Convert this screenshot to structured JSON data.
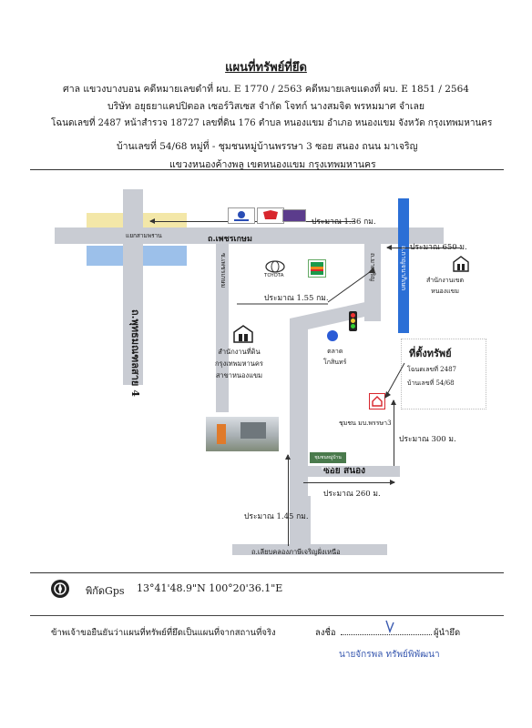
{
  "header": {
    "title": "แผนที่ทรัพย์ที่ยึด",
    "court_line": "ศาล แขวงบางบอน    คดีหมายเลขดำที่ ผบ. E 1770 / 2563    คดีหมายเลขแดงที่ ผบ. E 1851 / 2564",
    "parties_line": "บริษัท อยุธยาแคปปิตอล เซอร์วิสเซส จำกัด  โจทก์        นางสมจิต พรหมมาศ  จำเลย",
    "deed_line": "โฉนดเลขที่ 2487  หน้าสำรวจ  18727  เลขที่ดิน  176   ตำบล หนองแขม  อำเภอ หนองแขม  จังหวัด กรุงเทพมหานคร",
    "address_line": "บ้านเลขที่ 54/68  หมู่ที่ - ชุมชนหมู่บ้านพรรษา 3  ซอย สนอง  ถนน มาเจริญ",
    "area_line": "แขวงหนองค้างพลู  เขตหนองแขม  กรุงเทพมหานคร"
  },
  "map": {
    "road_phetkasem": "ถ.เพชรเกษม",
    "road_kanchanaphisek": "ถ.กาญจนาภิเษก",
    "road_phutthamonthon": "ถ.พุทธมณฑลสาย 4",
    "road_machaeroen": "ถ.มาเจริญ",
    "road_soi_sanong": "ซอย สนอง",
    "road_bottom": "ถ.เลียบคลองภาษีเจริญฝั่งเหนือ",
    "road_small_left": "ซ.เพชรเกษม",
    "intersection": "แยกสามพราน",
    "dist_top": "ประมาณ 1.36 กม.",
    "dist_right": "ประมาณ 650 ม.",
    "dist_mid": "ประมาณ 1.55 กม.",
    "dist_vertical": "ประมาณ 300 ม.",
    "dist_soi": "ประมาณ 260 ม.",
    "dist_bottom": "ประมาณ 1.45 กม.",
    "district_office": "สำนักงานเขต\nหนองแขม",
    "land_office": "สำนักงานที่ดิน\nกรุงเทพมหานคร\nสาขาหนองแขม",
    "market": "ตลาด\nโกสินทร์",
    "brand_toyota": "TOYOTA",
    "community": "ชุมชน มบ.พรรษา3",
    "property_title": "ที่ตั้งทรัพย์",
    "property_deed": "โฉนดเลขที่ 2487",
    "property_house": "บ้านเลขที่ 54/68",
    "sign_label": "ชุมชนหมู่บ้านพรรษา"
  },
  "gps": {
    "label": "พิกัดGps",
    "value": "13°41'48.9\"N 100°20'36.1\"E"
  },
  "footer": {
    "certify_text": "ข้าพเจ้าขอยืนยันว่าแผนที่ทรัพย์ที่ยึดเป็นแผนที่จากสถานที่จริง",
    "sign_label": "ลงชื่อ",
    "role_label": "ผู้นำยึด",
    "signer_name": "นายจักรพล ทรัพย์พิพัฒนา"
  },
  "colors": {
    "road": "#c9ccd3",
    "canal": "#2b6fd6",
    "arrow": "#333333",
    "signature": "#3a5ab0"
  }
}
